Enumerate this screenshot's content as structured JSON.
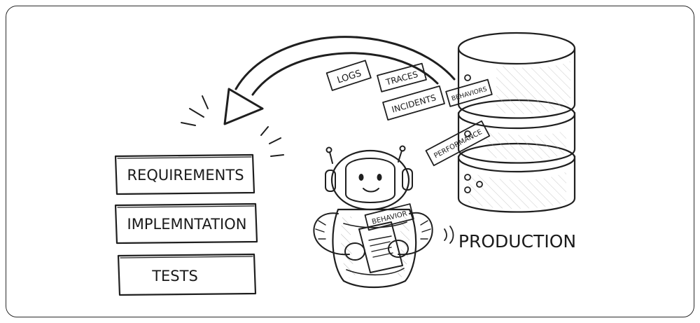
{
  "diagram": {
    "left_boxes": [
      "REQUIREMENTS",
      "IMPLEMNTATION",
      "TESTS"
    ],
    "signal_tags": {
      "logs": "LOGS",
      "traces": "TRACES",
      "incidents": "INCIDENTS",
      "behaviors": "BEHAVIORS",
      "performance": "PERFORMANCE"
    },
    "robot_card": "BEHAVIOR",
    "database_label": "PRODUCTION"
  }
}
